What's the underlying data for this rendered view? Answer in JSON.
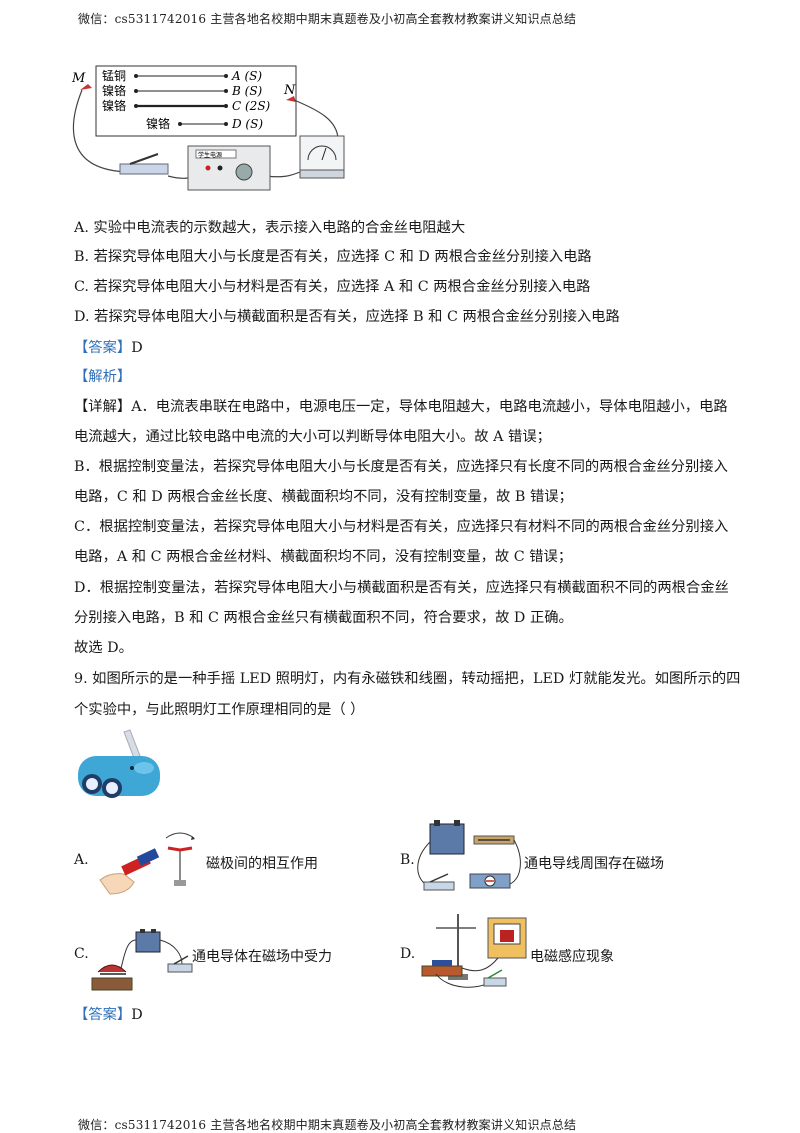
{
  "header": {
    "text": "微信：cs5311742016  主营各地名校期中期末真题卷及小初高全套教材教案讲义知识点总结"
  },
  "footer": {
    "text": "微信：cs5311742016  主营各地名校期中期末真题卷及小初高全套教材教案讲义知识点总结"
  },
  "figure1": {
    "left_label": "M",
    "right_label": "N",
    "wires": [
      {
        "material": "锰铜",
        "label": "A (S)"
      },
      {
        "material": "镍铬",
        "label": "B (S)"
      },
      {
        "material": "镍铬",
        "label": "C (2S)"
      },
      {
        "material": "镍铬",
        "label": "D (S)"
      }
    ],
    "power_label": "学生电源"
  },
  "q8": {
    "options": [
      "A. 实验中电流表的示数越大，表示接入电路的合金丝电阻越大",
      "B. 若探究导体电阻大小与长度是否有关，应选择 C 和 D 两根合金丝分别接入电路",
      "C. 若探究导体电阻大小与材料是否有关，应选择 A 和 C 两根合金丝分别接入电路",
      "D. 若探究导体电阻大小与横截面积是否有关，应选择 B 和 C 两根合金丝分别接入电路"
    ],
    "answer_tag": "【答案】",
    "answer": "D",
    "analysis_tag": "【解析】",
    "detail_tag": "【详解】",
    "analysis_lines": [
      "A．电流表串联在电路中，电源电压一定，导体电阻越大，电路电流越小，导体电阻越小，电路",
      "电流越大，通过比较电路中电流的大小可以判断导体电阻大小。故 A 错误；",
      "B．根据控制变量法，若探究导体电阻大小与长度是否有关，应选择只有长度不同的两根合金丝分别接入",
      "电路，C 和 D 两根合金丝长度、横截面积均不同，没有控制变量，故 B 错误；",
      "C．根据控制变量法，若探究导体电阻大小与材料是否有关，应选择只有材料不同的两根合金丝分别接入",
      "电路，A 和 C 两根合金丝材料、横截面积均不同，没有控制变量，故 C 错误；",
      "D．根据控制变量法，若探究导体电阻大小与横截面积是否有关，应选择只有横截面积不同的两根合金丝",
      "分别接入电路，B 和 C 两根合金丝只有横截面积不同，符合要求，故 D 正确。",
      "故选 D。"
    ]
  },
  "q9": {
    "stem_lines": [
      "9. 如图所示的是一种手摇 LED 照明灯，内有永磁铁和线圈，转动摇把，LED 灯就能发光。如图所示的四",
      "个实验中，与此照明灯工作原理相同的是（        ）"
    ],
    "options": [
      {
        "letter": "A.",
        "caption": "磁极间的相互作用"
      },
      {
        "letter": "B.",
        "caption": "通电导线周围存在磁场"
      },
      {
        "letter": "C.",
        "caption": "通电导体在磁场中受力"
      },
      {
        "letter": "D.",
        "caption": "电磁感应现象"
      }
    ],
    "answer_tag": "【答案】",
    "answer": "D"
  }
}
